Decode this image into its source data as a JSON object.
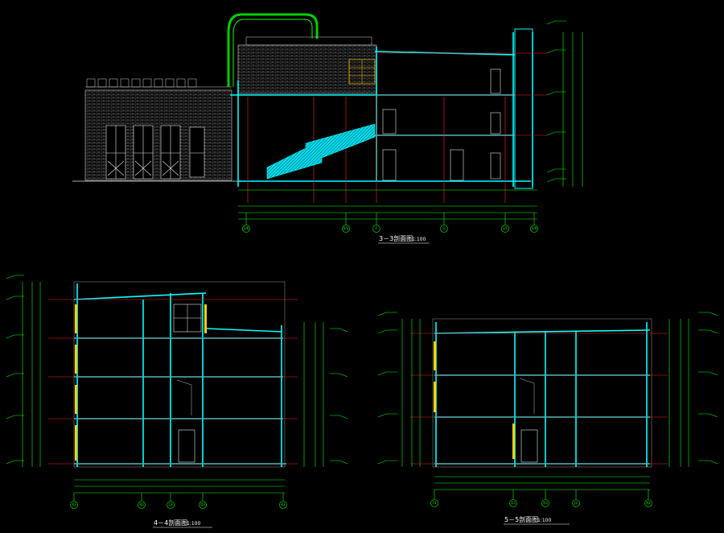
{
  "drawing": {
    "background": "#000000",
    "colors": {
      "dimension": "#00ff00",
      "wall": "#00ffff",
      "slab": "#00ffff",
      "axis_line": "#ff2020",
      "brick": "#c0c0c0",
      "stair": "#00ffff",
      "highlight": "#ffd000",
      "orange": "#ff8000",
      "text": "#ffffff"
    },
    "views": [
      {
        "id": "section-3-3",
        "title": "3－3剖面图",
        "scale": "1:100",
        "axes": [
          "1/6",
          "6/1",
          "F",
          "G",
          "1/1",
          "1/9"
        ]
      },
      {
        "id": "section-4-4",
        "title": "4－4剖面图",
        "scale": "1:100",
        "axes": [
          "A3",
          "B3",
          "C3",
          "D3",
          "E3"
        ]
      },
      {
        "id": "section-5-5",
        "title": "5－5剖面图",
        "scale": "1:100",
        "axes": [
          "F3",
          "G3",
          "H3",
          "J3",
          "K3"
        ]
      }
    ]
  }
}
